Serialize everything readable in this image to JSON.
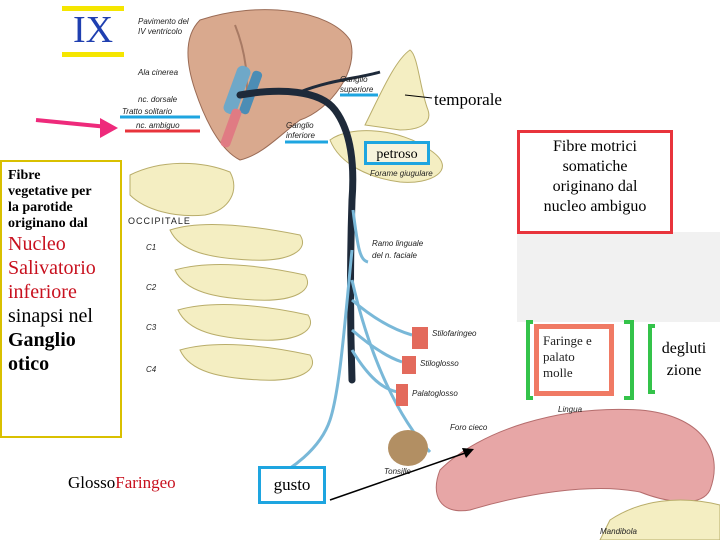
{
  "title": {
    "roman": "IX"
  },
  "figure_labels": {
    "pavimento": "Pavimento del",
    "ventricolo": "IV ventricolo",
    "ala_cinerea": "Ala cinerea",
    "nc_dorsale": "nc. dorsale",
    "tratto_solitario": "Tratto solitario",
    "nc_ambiguo": "nc. ambiguo",
    "ganglio": "Ganglio",
    "superiore": "superiore",
    "ganglio_inf": "Ganglio",
    "inferiore": "inferiore",
    "forame": "Forame giugulare",
    "occipitale": "OCCIPITALE",
    "c1": "C1",
    "c2": "C2",
    "c3": "C3",
    "c4": "C4",
    "ramo_1": "Ramo linguale",
    "ramo_2": "del n. faciale",
    "stilofaringeo": "Stilofaringeo",
    "stiloglosso": "Stiloglosso",
    "palatoglosso": "Palatoglosso",
    "lingua": "Lingua",
    "foro_cieco": "Foro cieco",
    "tonsille": "Tonsille",
    "mandibola": "Mandibola"
  },
  "callouts": {
    "temporale": "temporale",
    "petroso": "petroso",
    "left_line1": "Fibre",
    "left_line2": "vegetative per",
    "left_line3": "la parotide",
    "left_line4": "originano dal",
    "left_red1": "Nucleo",
    "left_red2": "Salivatorio",
    "left_red3": "inferiore",
    "left_line5": "sinapsi nel",
    "left_bold1": "Ganglio",
    "left_bold2": "otico",
    "right_line1": "Fibre motrici",
    "right_line2": "somatiche",
    "right_line3": "originano dal",
    "right_line4": "nucleo ambiguo",
    "pharynx_line1": "Faringe e",
    "pharynx_line2": "palato",
    "pharynx_line3": "molle",
    "deg_line1": "degluti",
    "deg_line2": "zione",
    "gloss_part1": "Glosso",
    "gloss_part2": "Faringeo",
    "gusto": "gusto"
  },
  "colors": {
    "nerve": "#1e2a3a",
    "branch_blue": "#79b8d8",
    "muscle": "#e36a5c",
    "bone": "#f4eec2",
    "brainstem": "#d9a98e",
    "tongue": "#e7a6a6",
    "accent_blue": "#1ea5e0",
    "accent_red": "#e8343c",
    "accent_green": "#34c34a",
    "accent_pink": "#ee2a7b"
  }
}
